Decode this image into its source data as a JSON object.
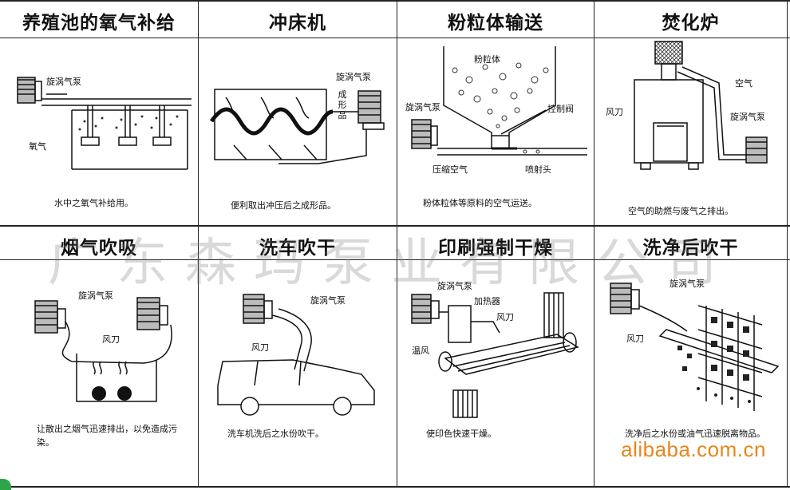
{
  "cells": [
    {
      "title": "养殖池的氧气补给",
      "caption": "水中之氧气补给用。",
      "labels": {
        "blower": "旋涡气泵",
        "oxygen": "氧气"
      }
    },
    {
      "title": "冲床机",
      "caption": "便利取出冲压后之成形品。",
      "labels": {
        "blower": "旋涡气泵",
        "product": "成形品"
      }
    },
    {
      "title": "粉粒体输送",
      "caption": "粉体粒体等原料的空气运送。",
      "labels": {
        "powder": "粉粒体",
        "blower": "旋涡气泵",
        "valve": "控制阀",
        "compressed": "压缩空气",
        "nozzle": "喷射头"
      }
    },
    {
      "title": "焚化炉",
      "caption": "空气的助燃与废气之排出。",
      "labels": {
        "air": "空气",
        "knife": "风刀",
        "blower": "旋涡气泵"
      }
    },
    {
      "title": "烟气吹吸",
      "caption": "让散出之烟气迅速排出，以免造成污染。",
      "labels": {
        "blower": "旋涡气泵",
        "knife": "风刀"
      }
    },
    {
      "title": "洗车吹干",
      "caption": "洗车机洗后之水份吹干。",
      "labels": {
        "blower": "旋涡气泵",
        "knife": "风刀"
      }
    },
    {
      "title": "印刷强制干燥",
      "caption": "使印色快速干燥。",
      "labels": {
        "blower": "旋涡气泵",
        "heater": "加热器",
        "knife": "风刀",
        "warm": "温风"
      }
    },
    {
      "title": "洗净后吹干",
      "caption": "洗净后之水份或油气迅速脱离物品。",
      "labels": {
        "blower": "旋涡气泵",
        "knife": "风刀"
      }
    }
  ],
  "watermark": "广东森玛泵业有限公司",
  "site": "alibaba.com.cn",
  "colors": {
    "site": "#e8861c",
    "lines": "#222222",
    "corner": "#2fa54a"
  }
}
